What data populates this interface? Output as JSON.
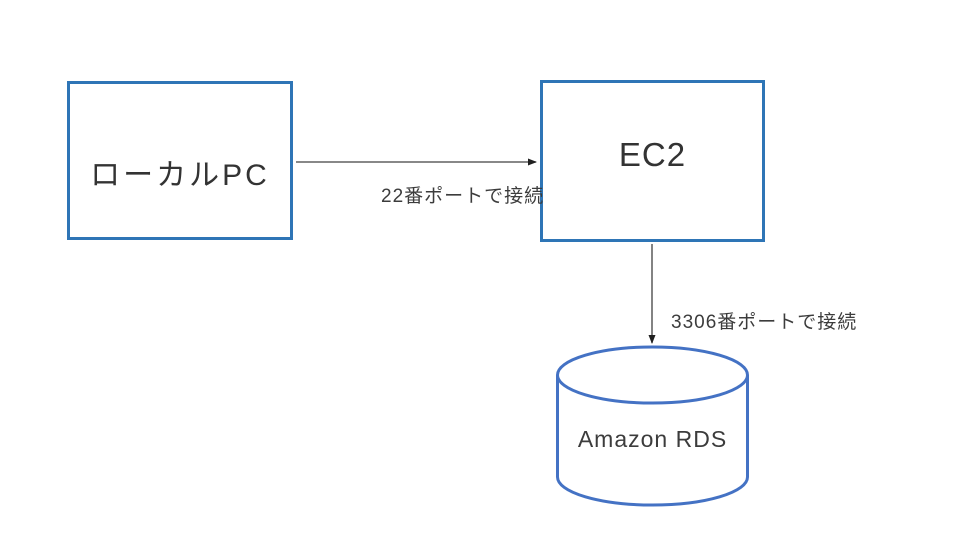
{
  "diagram": {
    "title": "",
    "nodes": {
      "local_pc": {
        "label": "ローカルPC",
        "shape": "rectangle"
      },
      "ec2": {
        "label": "EC2",
        "shape": "rectangle"
      },
      "rds": {
        "label": "Amazon RDS",
        "shape": "cylinder"
      }
    },
    "edges": {
      "local_to_ec2": {
        "from": "local_pc",
        "to": "ec2",
        "label": "22番ポートで接続",
        "direction": "right"
      },
      "ec2_to_rds": {
        "from": "ec2",
        "to": "rds",
        "label": "3306番ポートで接続",
        "direction": "down"
      }
    },
    "colors": {
      "box_border": "#2E75B6",
      "cylinder_border": "#4472C4",
      "arrow": "#404040",
      "text": "#3c3c3c",
      "background": "#ffffff"
    }
  }
}
